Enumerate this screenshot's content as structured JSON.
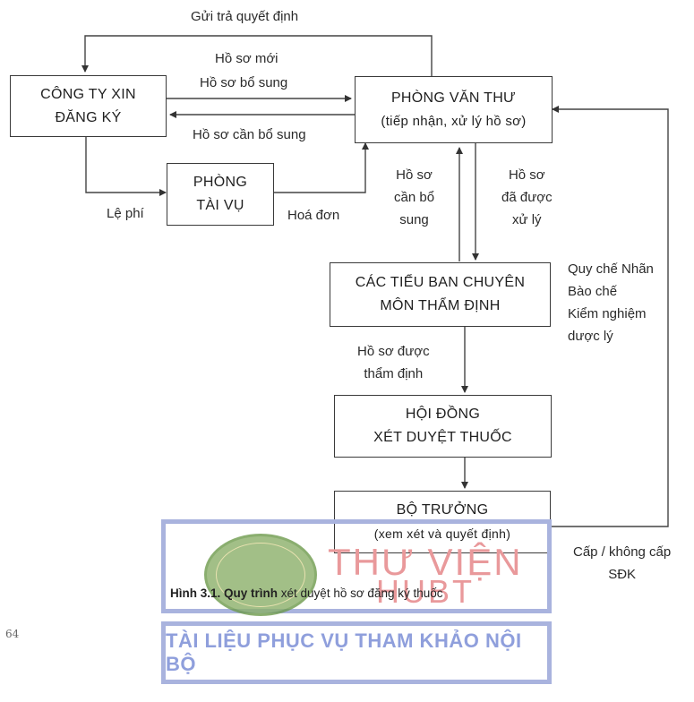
{
  "boxes": {
    "company": [
      "CÔNG TY XIN",
      "ĐĂNG KÝ"
    ],
    "office": [
      "PHÒNG VĂN THƯ",
      "(tiếp nhận, xử lý hồ sơ)"
    ],
    "finance": [
      "PHÒNG",
      "TÀI VỤ"
    ],
    "subcommittee": [
      "CÁC TIỂU BAN CHUYÊN",
      "MÔN THẨM ĐỊNH"
    ],
    "council": [
      "HỘI ĐỒNG",
      "XÉT DUYỆT THUỐC"
    ],
    "minister": [
      "BỘ TRƯỞNG",
      "(xem xét và quyết định)"
    ]
  },
  "labels": {
    "return_decision": "Gửi trả quyết định",
    "new_file": "Hồ sơ mới",
    "supplement_file": "Hồ sơ bổ sung",
    "file_needs_supplement": "Hồ sơ cần bổ sung",
    "fee": "Lệ phí",
    "invoice": "Hoá đơn",
    "needs_supplement_v": [
      "Hồ sơ",
      "cần bổ",
      "sung"
    ],
    "processed_v": [
      "Hồ sơ",
      "đã được",
      "xử lý"
    ],
    "reviewers": [
      "Quy chế Nhãn",
      "Bào chế",
      "Kiểm nghiệm",
      "dược lý"
    ],
    "appraised": [
      "Hồ sơ được",
      "thẩm định"
    ],
    "grant": [
      "Cấp / không cấp",
      "SĐK"
    ]
  },
  "caption": {
    "prefix": "Hình 3.1. Quy trình",
    "rest": "xét duyệt hồ sơ đăng ký thuốc"
  },
  "watermark": {
    "title": "THƯ VIỆN",
    "sub": "HUBT",
    "band": "TÀI LIỆU PHỤC VỤ THAM KHẢO NỘI BỘ"
  },
  "page_number": "64"
}
